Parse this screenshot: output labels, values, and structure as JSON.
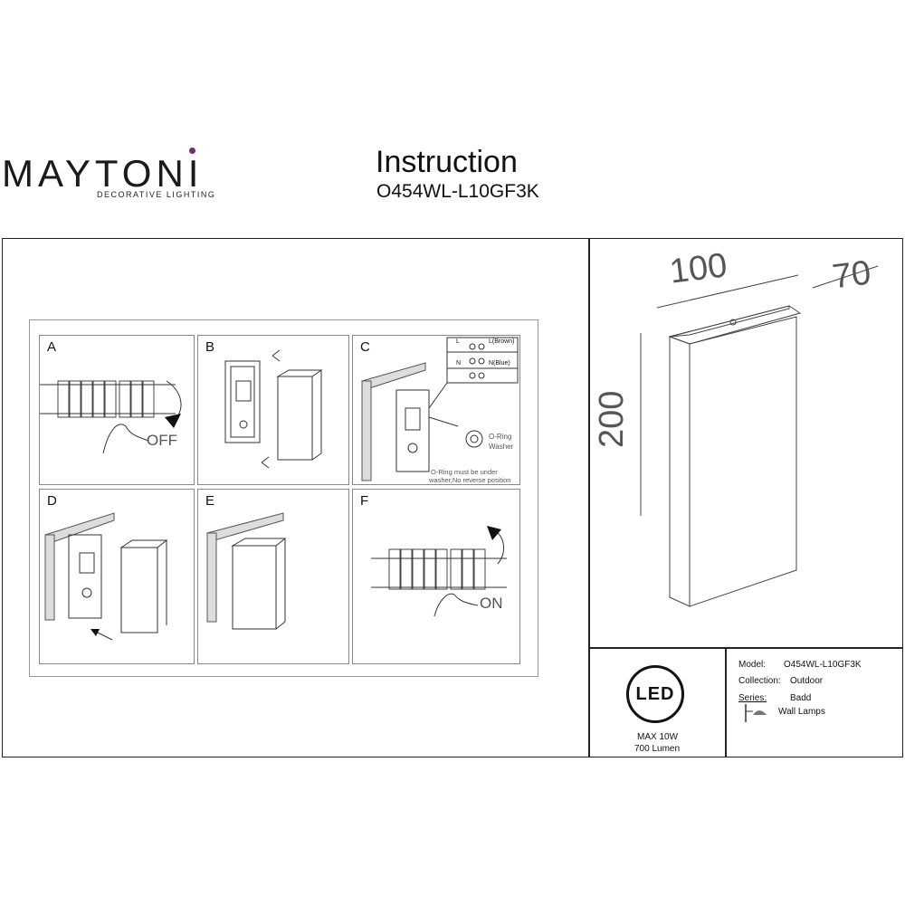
{
  "brand": {
    "name": "MAYTONI",
    "tagline": "DECORATIVE LIGHTING"
  },
  "header": {
    "title": "Instruction",
    "model": "O454WL-L10GF3K"
  },
  "steps": [
    {
      "label": "A",
      "note": "OFF"
    },
    {
      "label": "B"
    },
    {
      "label": "C",
      "wiring": {
        "l": "L",
        "l_desc": "L(Brown)",
        "n": "N",
        "n_desc": "N(Blue)"
      },
      "oring": "O-Ring",
      "washer": "Washer",
      "caption_1": "O-Ring must be under",
      "caption_2": "washer,No reverse position"
    },
    {
      "label": "D"
    },
    {
      "label": "E"
    },
    {
      "label": "F",
      "note": "ON"
    }
  ],
  "dimensions": {
    "width": "100",
    "depth": "70",
    "height": "200"
  },
  "led": {
    "badge": "LED",
    "power": "MAX 10W",
    "lumen": "700 Lumen"
  },
  "specs": {
    "model_label": "Model:",
    "model_value": "O454WL-L10GF3K",
    "collection_label": "Collection:",
    "collection_value": "Outdoor",
    "series_label": "Series:",
    "series_value": "Badd",
    "type_value": "Wall Lamps"
  },
  "colors": {
    "line": "#222222",
    "accent": "#7a2a6e"
  }
}
